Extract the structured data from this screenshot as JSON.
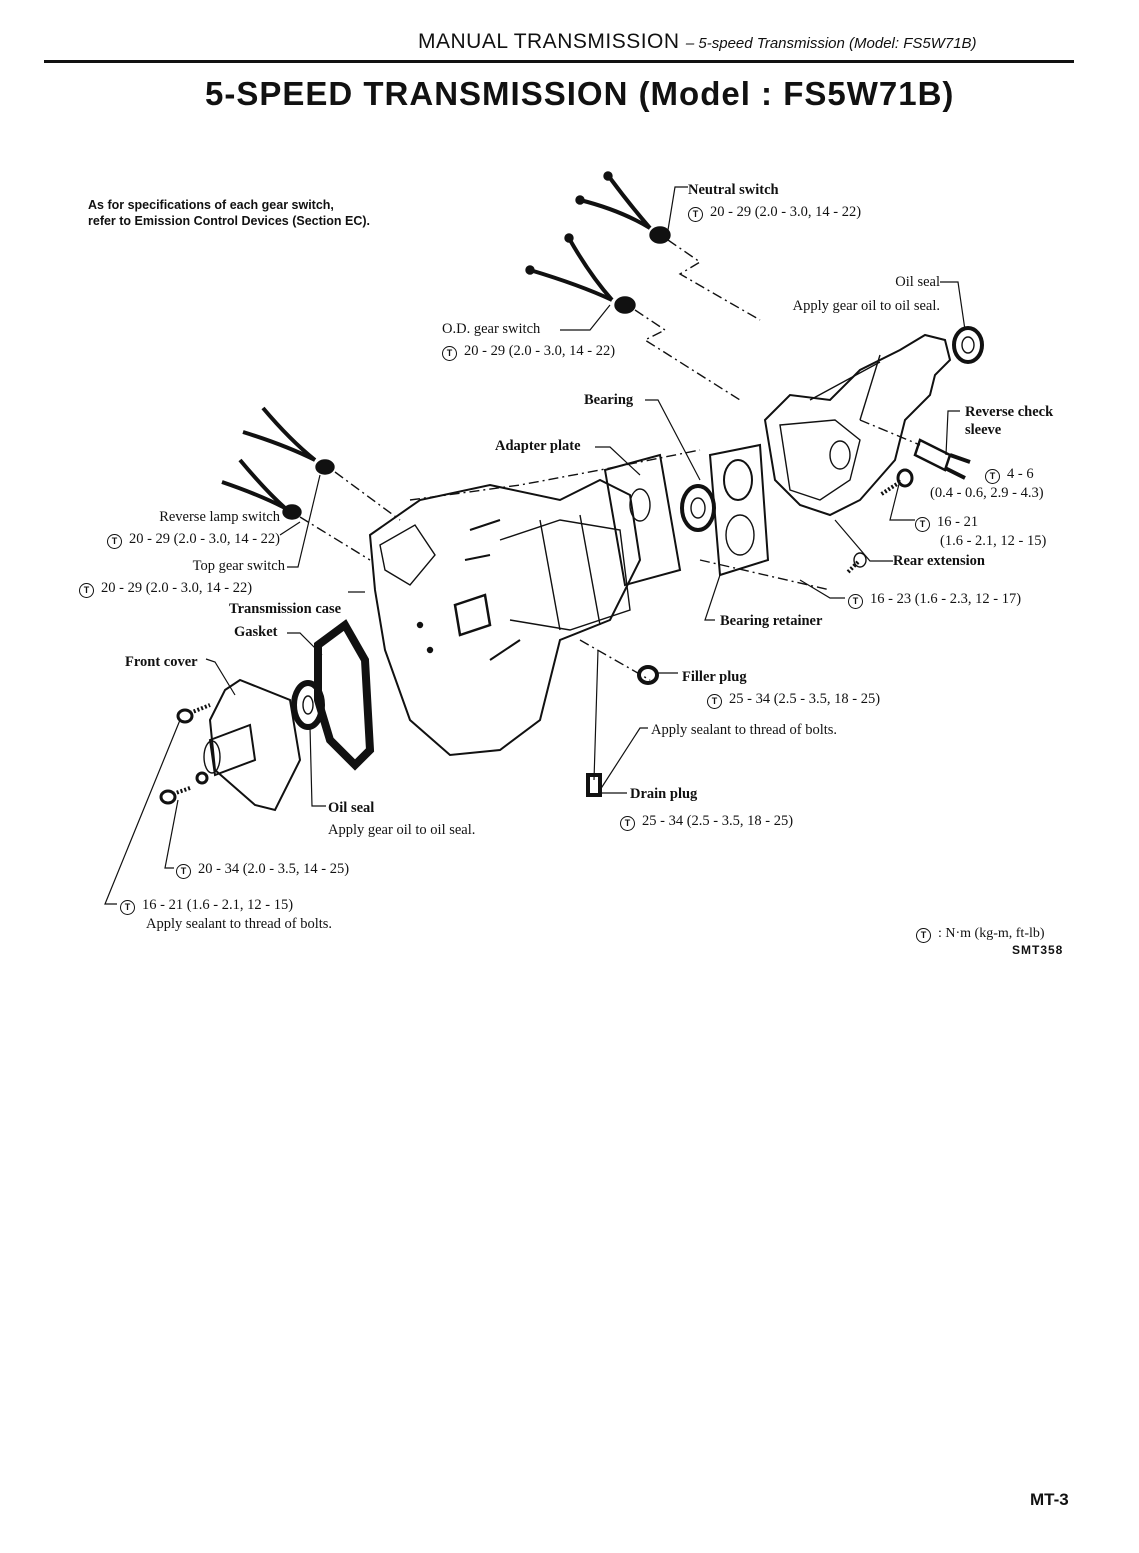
{
  "header": {
    "section": "MANUAL TRANSMISSION",
    "subsection": "– 5-speed Transmission (Model: FS5W71B)"
  },
  "title": "5-SPEED TRANSMISSION (Model : FS5W71B)",
  "note": {
    "line1": "As for specifications of each gear switch,",
    "line2": "refer to Emission Control Devices (Section EC)."
  },
  "torque_icon": "torque-hexagon-T-icon",
  "torque_icon_letter": "T",
  "callouts": {
    "neutral_switch": {
      "name": "Neutral switch",
      "torque": "20 - 29 (2.0 - 3.0, 14 - 22)"
    },
    "rear_oil_seal": {
      "name": "Oil seal",
      "note": "Apply gear oil to oil seal."
    },
    "od_gear_switch": {
      "name": "O.D. gear switch",
      "torque": "20 - 29 (2.0 - 3.0, 14 - 22)"
    },
    "bearing": {
      "name": "Bearing"
    },
    "adapter_plate": {
      "name": "Adapter plate"
    },
    "reverse_check_sleeve": {
      "name_line1": "Reverse check",
      "name_line2": "sleeve",
      "torque_line1": "4 - 6",
      "torque_line2": "(0.4 - 0.6, 2.9 - 4.3)"
    },
    "rear_ext_bolt": {
      "torque_line1": "16 - 21",
      "torque_line2": "(1.6 - 2.1, 12 - 15)"
    },
    "rear_extension": {
      "name": "Rear extension"
    },
    "rear_ext_bolt2": {
      "torque": "16 - 23 (1.6 - 2.3, 12 - 17)"
    },
    "reverse_lamp_switch": {
      "name": "Reverse lamp switch",
      "torque": "20 - 29 (2.0 - 3.0, 14 - 22)"
    },
    "top_gear_switch": {
      "name": "Top gear switch",
      "torque": "20 - 29 (2.0 - 3.0, 14 - 22)"
    },
    "transmission_case": {
      "name": "Transmission case"
    },
    "gasket": {
      "name": "Gasket"
    },
    "front_cover": {
      "name": "Front cover"
    },
    "bearing_retainer": {
      "name": "Bearing retainer"
    },
    "filler_plug": {
      "name": "Filler plug",
      "torque": "25 - 34 (2.5 - 3.5, 18 - 25)"
    },
    "plug_sealant": {
      "note": "Apply sealant to thread of bolts."
    },
    "drain_plug": {
      "name": "Drain plug",
      "torque": "25 - 34 (2.5 - 3.5, 18 - 25)"
    },
    "front_oil_seal": {
      "name": "Oil seal",
      "note": "Apply gear oil to oil seal."
    },
    "front_cover_bolt": {
      "torque": "20 - 34 (2.0 - 3.5, 14 - 25)"
    },
    "front_cover_bolt2": {
      "torque": "16 - 21 (1.6 - 2.1, 12 - 15)",
      "note": "Apply sealant to thread of bolts."
    }
  },
  "legend": {
    "text": ": N·m (kg-m, ft-lb)"
  },
  "figure_code": "SMT358",
  "page_number": "MT-3"
}
